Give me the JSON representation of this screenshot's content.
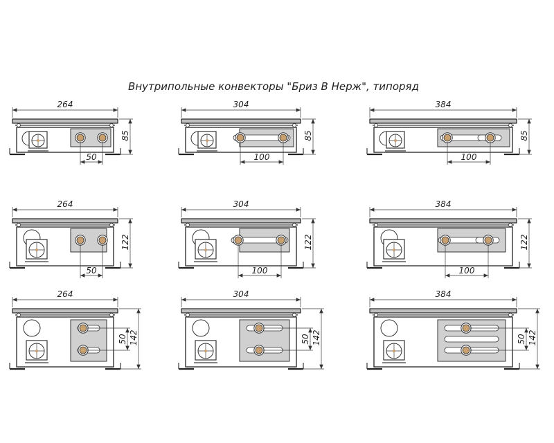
{
  "title": "Внутрипольные конвекторы \"Бриз В Нерж\", типоряд",
  "colors": {
    "line": "#3a3a3a",
    "plate": "#d0d0d0",
    "pipe": "#c8a070",
    "grate": "#bfbfbf"
  },
  "units": [
    {
      "width_label": "264",
      "height_label": "85",
      "spacing_label": "50",
      "variant": "a"
    },
    {
      "width_label": "304",
      "height_label": "85",
      "spacing_label": "100",
      "variant": "b"
    },
    {
      "width_label": "384",
      "height_label": "85",
      "spacing_label": "100",
      "variant": "b"
    },
    {
      "width_label": "264",
      "height_label": "122",
      "spacing_label": "50",
      "variant": "a"
    },
    {
      "width_label": "304",
      "height_label": "122",
      "spacing_label": "100",
      "variant": "b"
    },
    {
      "width_label": "384",
      "height_label": "122",
      "spacing_label": "100",
      "variant": "b"
    },
    {
      "width_label": "264",
      "height_label": "142",
      "spacing_label": "50",
      "variant": "c"
    },
    {
      "width_label": "304",
      "height_label": "142",
      "spacing_label": "50",
      "variant": "c"
    },
    {
      "width_label": "384",
      "height_label": "142",
      "spacing_label": "50",
      "variant": "c"
    }
  ]
}
